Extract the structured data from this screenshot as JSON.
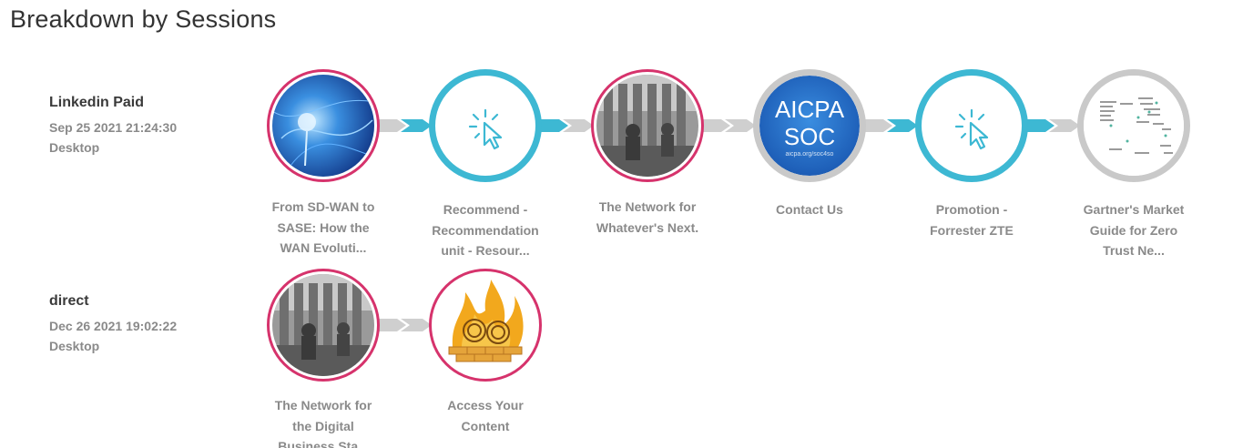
{
  "page_title": "Breakdown by Sessions",
  "colors": {
    "teal": "#3db8d3",
    "pink": "#d6336c",
    "gray_ring": "#c9c9c9",
    "caption": "#8a8a8a"
  },
  "sessions": [
    {
      "source": "Linkedin Paid",
      "datetime": "Sep 25 2021 21:24:30",
      "device": "Desktop",
      "steps": [
        {
          "caption_lines": [
            "From SD-WAN to",
            "SASE: How the",
            "WAN Evoluti..."
          ],
          "thumbnail": "network-light-image",
          "ring": "pink"
        },
        {
          "caption_lines": [
            "Recommend -",
            "Recommendation",
            "unit - Resour..."
          ],
          "thumbnail": "click-cursor-icon",
          "ring": "teal"
        },
        {
          "caption_lines": [
            "The Network for",
            "Whatever's Next."
          ],
          "thumbnail": "vintage-switchboard-image",
          "ring": "pink"
        },
        {
          "caption_lines": [
            "Contact Us"
          ],
          "thumbnail": "aicpa-soc-logo",
          "ring": "gray",
          "logo_line1": "AICPA",
          "logo_line2": "SOC",
          "logo_url": "aicpa.org/soc4so"
        },
        {
          "caption_lines": [
            "Promotion -",
            "Forrester ZTE"
          ],
          "thumbnail": "click-cursor-icon",
          "ring": "teal"
        },
        {
          "caption_lines": [
            "Gartner's Market",
            "Guide for Zero",
            "Trust Ne..."
          ],
          "thumbnail": "market-guide-chart-image",
          "ring": "gray"
        }
      ]
    },
    {
      "source": "direct",
      "datetime": "Dec 26 2021 19:02:22",
      "device": "Desktop",
      "steps": [
        {
          "caption_lines": [
            "The Network for",
            "the Digital",
            "Business Sta..."
          ],
          "thumbnail": "vintage-switchboard-image",
          "ring": "pink"
        },
        {
          "caption_lines": [
            "Access Your",
            "Content"
          ],
          "thumbnail": "firewall-flame-image",
          "ring": "pink"
        }
      ]
    }
  ]
}
